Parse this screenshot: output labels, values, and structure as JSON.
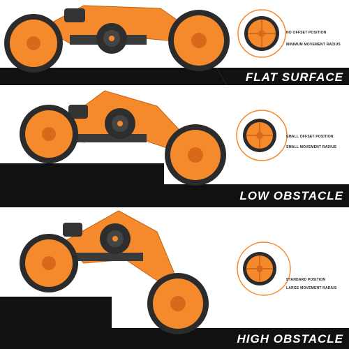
{
  "panels": [
    {
      "caption": "FLAT SURFACE",
      "notes": [
        "NO OFFSET POSITION",
        "MINIMUM MOVEMENT RADIUS"
      ]
    },
    {
      "caption": "LOW OBSTACLE",
      "notes": [
        "SMALL OFFSET POSITION",
        "SMALL MOVEMENT RADIUS"
      ]
    },
    {
      "caption": "HIGH OBSTACLE",
      "notes": [
        "STANDARD POSITION",
        "LARGE MOVEMENT RADIUS"
      ]
    }
  ],
  "colors": {
    "orange": "#f58a2c",
    "orange_dark": "#d9691a",
    "tire": "#2b2b2b",
    "ground": "#111111",
    "body_dark": "#3a3a3a"
  }
}
